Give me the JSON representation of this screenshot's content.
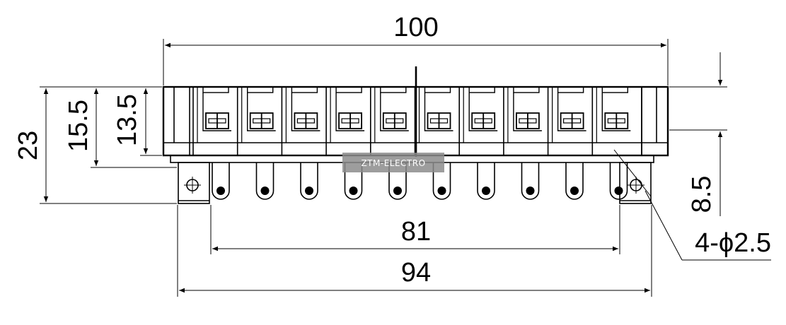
{
  "dimensions": {
    "overall_length": "100",
    "base_length": "94",
    "hole_spacing": "81",
    "overall_height": "23",
    "height_a": "15.5",
    "height_b": "13.5",
    "height_c": "8.5",
    "holes": "4-ϕ2.5"
  },
  "watermark": "ZTM-ELECTRO"
}
